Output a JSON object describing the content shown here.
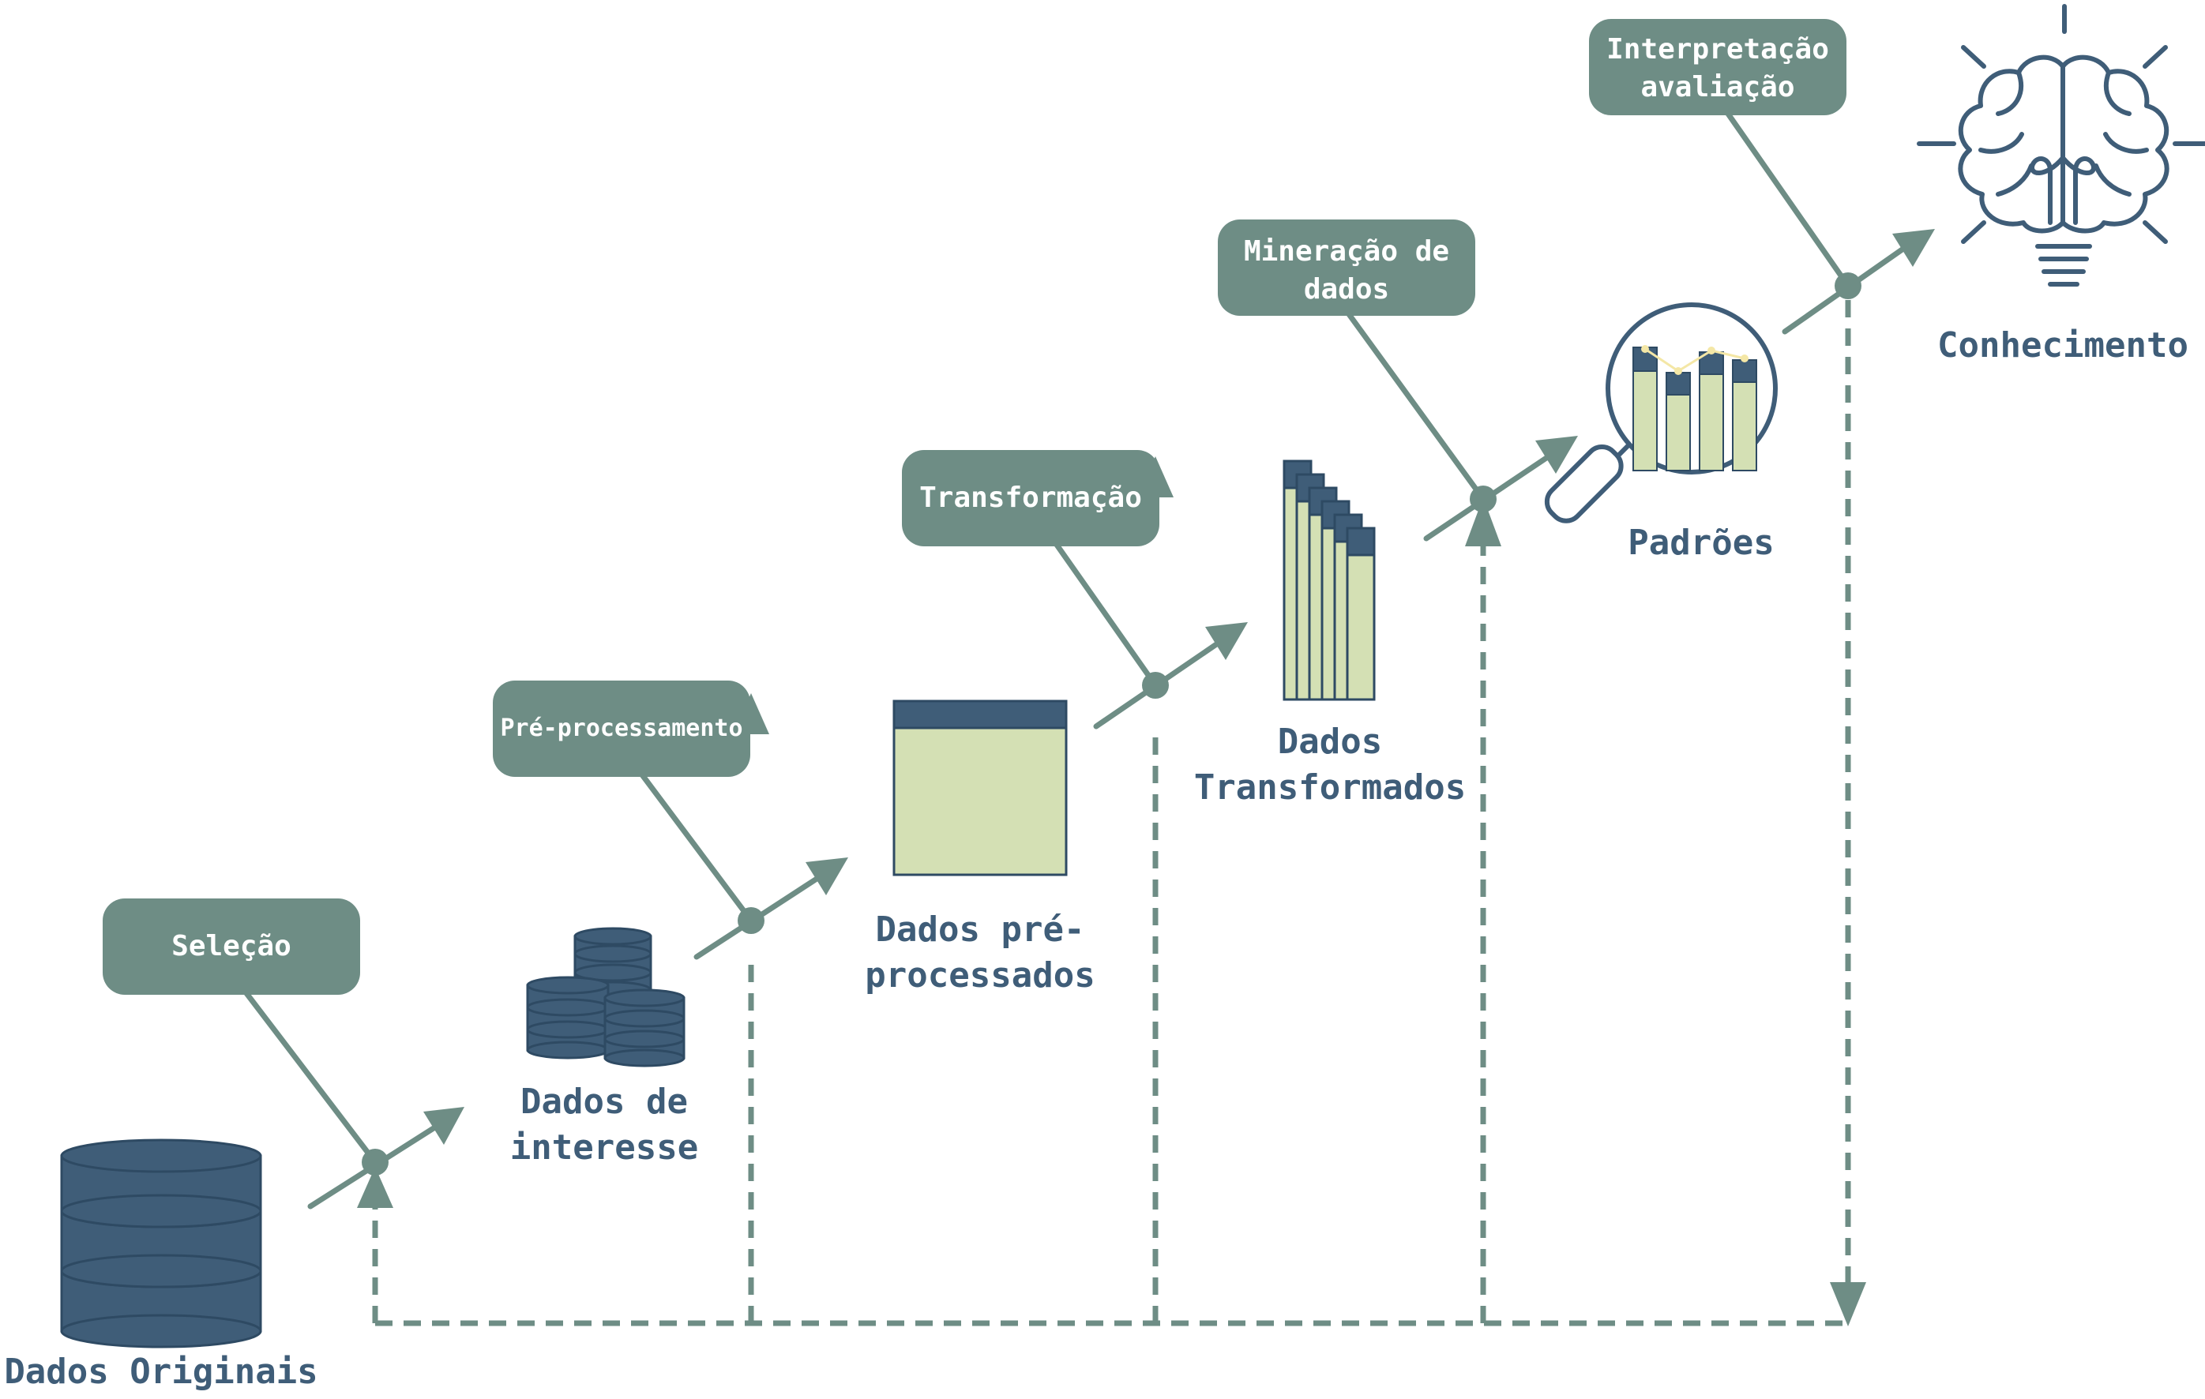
{
  "colors": {
    "steel": "#3f5d78",
    "sage": "#6e8d85",
    "pale_green": "#d4e0b4",
    "yellow_dot": "#f4e7a6"
  },
  "steps": {
    "selecao": [
      "Seleção"
    ],
    "preprocessamento": [
      "Pré-processamento"
    ],
    "transformacao": [
      "Transformação"
    ],
    "mineracao": [
      "Mineração de",
      "dados"
    ],
    "interpretacao": [
      "Interpretação",
      "avaliação"
    ]
  },
  "stages": {
    "dados_originais": [
      "Dados Originais"
    ],
    "dados_interesse": [
      "Dados de",
      "interesse"
    ],
    "dados_preprocessados": [
      "Dados pré-",
      "processados"
    ],
    "dados_transformados": [
      "Dados",
      "Transformados"
    ],
    "padroes": [
      "Padrões"
    ],
    "conhecimento": [
      "Conhecimento"
    ]
  },
  "icons": {
    "original": "database-icon",
    "interest": "database-stack-icon",
    "preprocessed": "table-sheet-icon",
    "transformed": "stacked-sheets-icon",
    "patterns": "magnifier-chart-icon",
    "knowledge": "brain-bulb-icon"
  }
}
